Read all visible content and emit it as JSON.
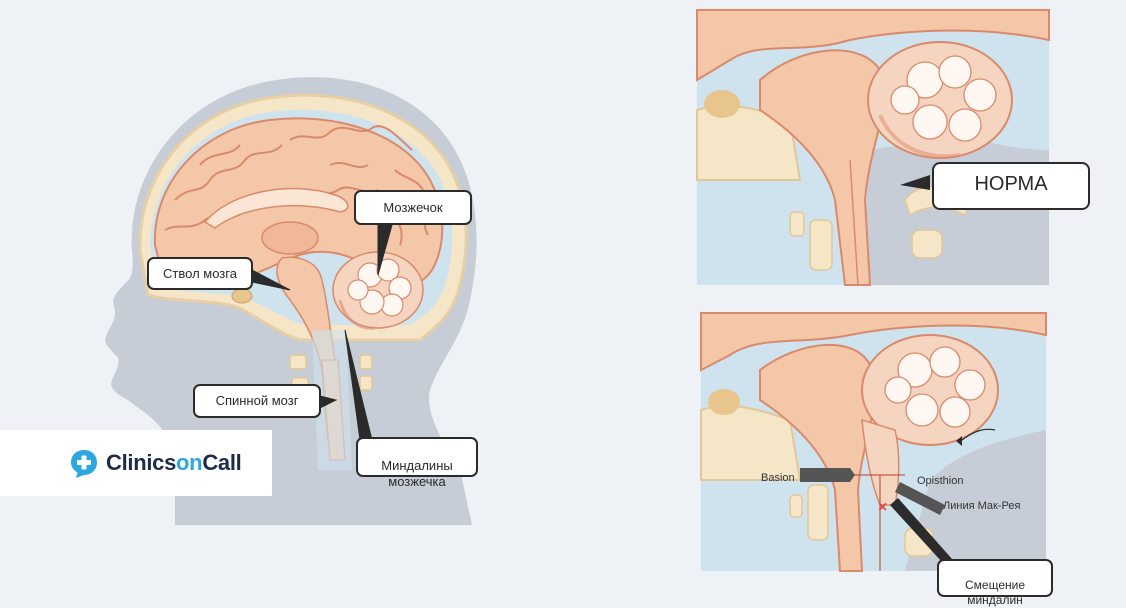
{
  "brand": {
    "part1": "Clinics",
    "part2": "on",
    "part3": "Call",
    "icon": "medical-cross-chat-icon",
    "colors": {
      "dark": "#1c2b4a",
      "accent": "#2ea7e0"
    }
  },
  "main_diagram": {
    "labels": {
      "brainstem": "Ствол мозга",
      "cerebellum": "Мозжечок",
      "spinal_cord": "Спинной мозг",
      "tonsils": "Миндалины\nмозжечка"
    }
  },
  "normal_panel": {
    "label": "НОРМА"
  },
  "pathology_panel": {
    "basion": "Basion",
    "opisthion": "Opisthion",
    "mcrae_line": "Линия Мак-Рея",
    "displacement": "Смещение\nминдалин"
  },
  "colors": {
    "background": "#eef2f7",
    "head_silhouette": "#c7cdd6",
    "brain": "#f4c7a8",
    "brain_outline": "#d98a6a",
    "csf": "#cfe3ee",
    "bone": "#f6e6c8"
  }
}
